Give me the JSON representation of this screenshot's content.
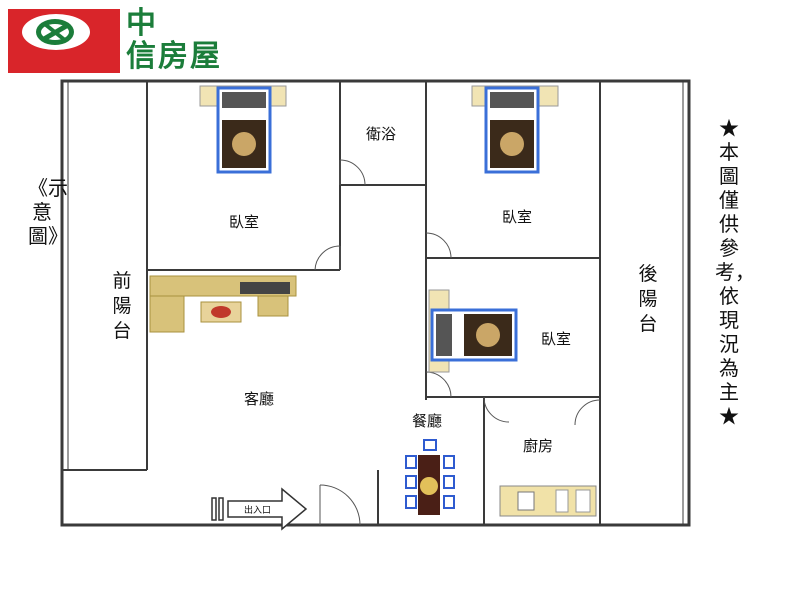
{
  "brand": {
    "name_line1": "中",
    "name_line2": "信房屋"
  },
  "labels": {
    "sample": "《示意圖》",
    "front_balcony": "前陽台",
    "back_balcony": "後陽台",
    "bedroom_1": "臥室",
    "bedroom_2": "臥室",
    "bedroom_3": "臥室",
    "bathroom": "衛浴",
    "living_room": "客廳",
    "dining_room": "餐廳",
    "kitchen": "廚房",
    "entrance": "出入口",
    "disclaimer": "★本圖僅供參考，依現況為主★"
  },
  "colors": {
    "brand_red": "#d9252a",
    "brand_green": "#1b7d3a",
    "wall": "#3a3a3a",
    "bed_frame": "#3a6fd8",
    "sofa": "#d8c27a",
    "chair": "#2f5bd0"
  },
  "icons": [
    "logo-icon",
    "bed-icon",
    "sofa-icon",
    "dining-table-icon",
    "kitchen-counter-icon",
    "entry-arrow-icon",
    "door-swing-icon"
  ]
}
